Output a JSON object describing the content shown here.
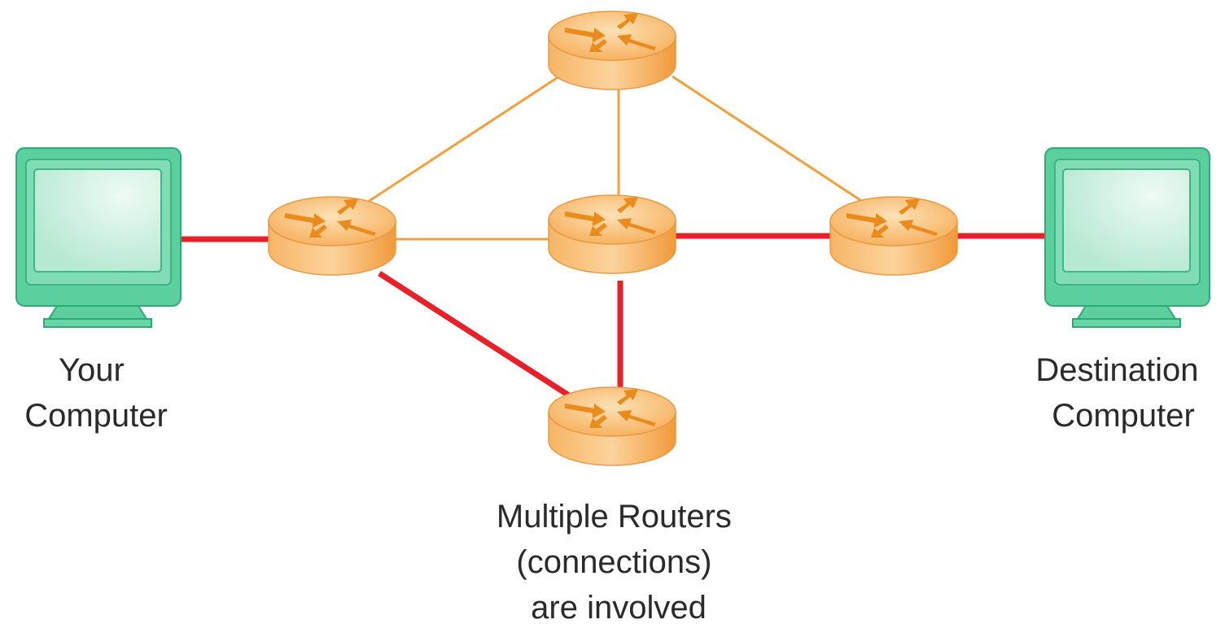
{
  "labels": {
    "your_computer": [
      "Your",
      "Computer"
    ],
    "destination_computer": [
      "Destination",
      "Computer"
    ],
    "routers_caption": [
      "Multiple Routers",
      "(connections)",
      "are involved"
    ]
  },
  "colors": {
    "path_link": "#e8202a",
    "mesh_link": "#f0a03c",
    "router_body": "#f4a24a",
    "router_top": "#fbcf8e",
    "router_arrow": "#e88a1c",
    "monitor_frame": "#5ccf9e",
    "monitor_screen": "#c6efe0",
    "monitor_border": "#2eaa76"
  },
  "nodes": {
    "computers": [
      "your-computer",
      "destination-computer"
    ],
    "routers": [
      "router-top",
      "router-left",
      "router-center",
      "router-right",
      "router-bottom"
    ]
  },
  "links": [
    {
      "from": "your-computer",
      "to": "router-left",
      "type": "path"
    },
    {
      "from": "router-left",
      "to": "router-bottom",
      "type": "path"
    },
    {
      "from": "router-bottom",
      "to": "router-center",
      "type": "path"
    },
    {
      "from": "router-center",
      "to": "router-right",
      "type": "path"
    },
    {
      "from": "router-right",
      "to": "destination-computer",
      "type": "path"
    },
    {
      "from": "router-left",
      "to": "router-top",
      "type": "mesh"
    },
    {
      "from": "router-left",
      "to": "router-center",
      "type": "mesh"
    },
    {
      "from": "router-top",
      "to": "router-center",
      "type": "mesh"
    },
    {
      "from": "router-top",
      "to": "router-right",
      "type": "mesh"
    }
  ]
}
